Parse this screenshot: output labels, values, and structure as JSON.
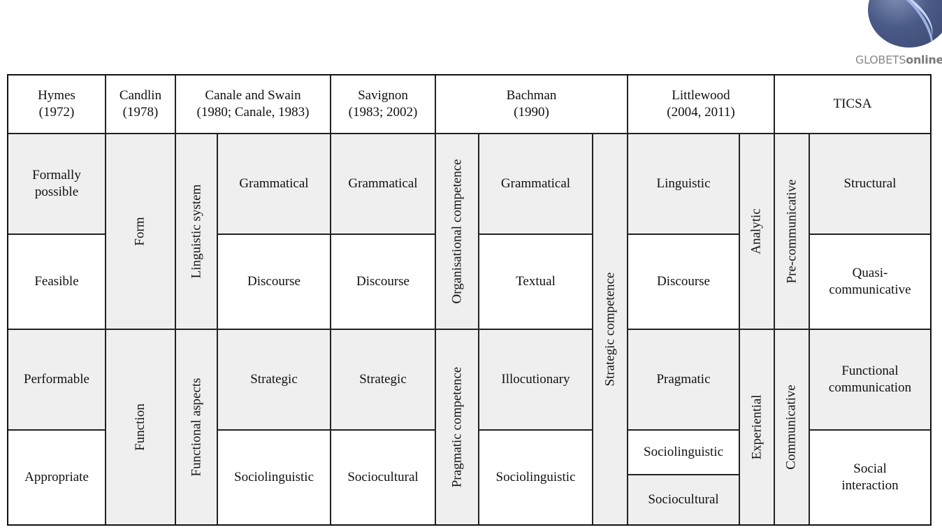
{
  "logo": {
    "text_light": "GLOBETS",
    "text_bold": "online"
  },
  "headers": [
    {
      "line1": "Hymes",
      "line2": "(1972)"
    },
    {
      "line1": "Candlin",
      "line2": "(1978)"
    },
    {
      "line1": "Canale and Swain",
      "line2": "(1980; Canale, 1983)"
    },
    {
      "line1": "Savignon",
      "line2": "(1983; 2002)"
    },
    {
      "line1": "Bachman",
      "line2": "(1990)"
    },
    {
      "line1": "Littlewood",
      "line2": "(2004, 2011)"
    },
    {
      "line1": "TICSA",
      "line2": ""
    }
  ],
  "hymes": [
    "Formally possible",
    "Feasible",
    "Performable",
    "Appropriate"
  ],
  "candlin": [
    "Form",
    "Function"
  ],
  "canale_groups": [
    "Linguistic system",
    "Functional aspects"
  ],
  "canale": [
    "Grammatical",
    "Discourse",
    "Strategic",
    "Sociolinguistic"
  ],
  "savignon": [
    "Grammatical",
    "Discourse",
    "Strategic",
    "Sociocultural"
  ],
  "bachman_groups": [
    "Organisational competence",
    "Pragmatic competence"
  ],
  "bachman": [
    "Grammatical",
    "Textual",
    "Illocutionary",
    "Sociolinguistic"
  ],
  "bachman_strategic": "Strategic competence",
  "littlewood": [
    "Linguistic",
    "Discourse",
    "Pragmatic",
    "Sociolinguistic",
    "Sociocultural"
  ],
  "littlewood_groups": [
    "Analytic",
    "Experiential"
  ],
  "ticsa_groups": [
    "Pre-communicative",
    "Communicative"
  ],
  "ticsa": [
    "Structural",
    "Quasi-communicative",
    "Functional communication",
    "Social interaction"
  ]
}
